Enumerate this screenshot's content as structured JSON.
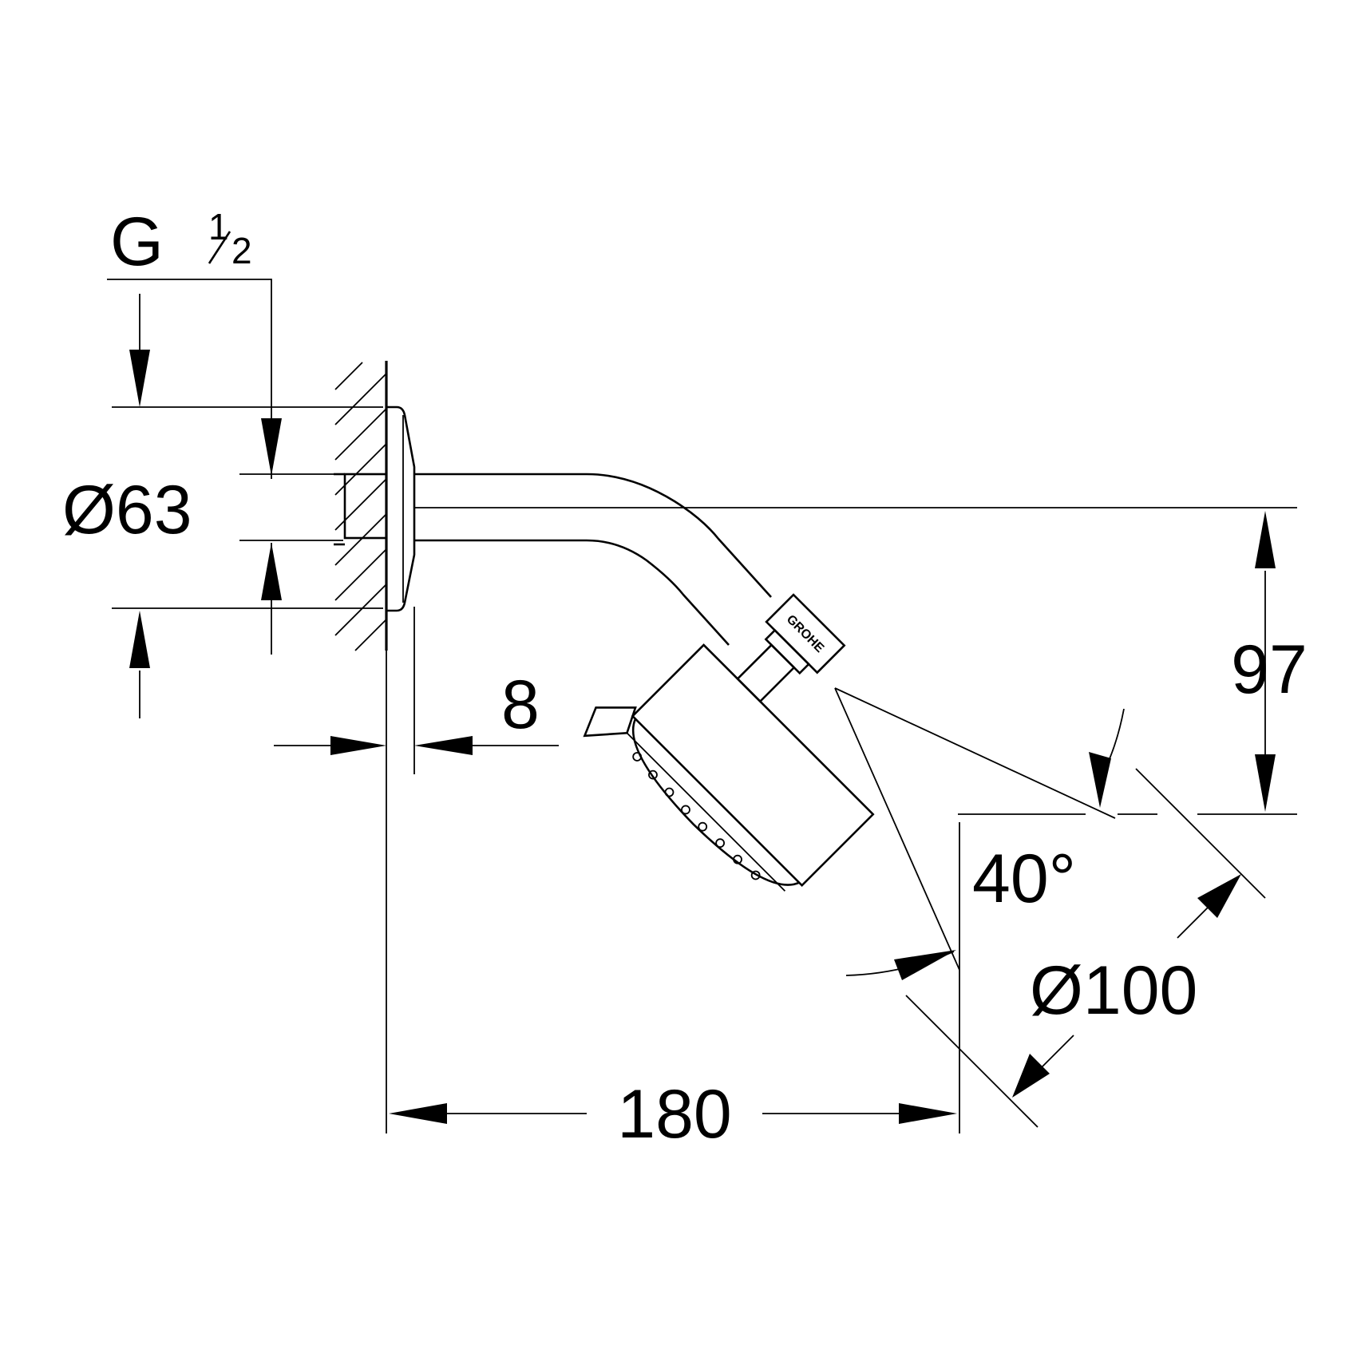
{
  "dimensions": {
    "thread": {
      "prefix": "G",
      "num": "1",
      "den": "2"
    },
    "flange_diameter": "Ø63",
    "flange_thickness": "8",
    "projection": "180",
    "drop": "97",
    "angle": "40°",
    "head_diameter": "Ø100"
  },
  "brand_logo": "GROHE"
}
